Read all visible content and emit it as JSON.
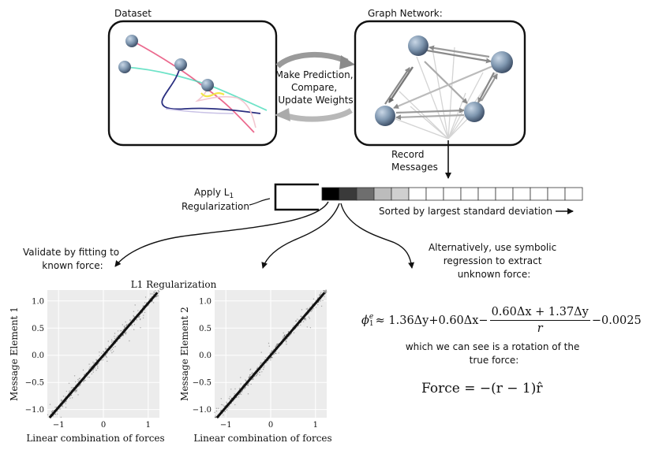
{
  "dataset": {
    "title": "Dataset"
  },
  "graph_network": {
    "title": "Graph Network:"
  },
  "cycle": {
    "lines": [
      "Make Prediction,",
      "Compare,",
      "Update Weights"
    ]
  },
  "record": {
    "lines": [
      "Record",
      "Messages"
    ]
  },
  "regularization": {
    "apply_line1": "Apply L",
    "apply_sub": "1",
    "apply_line2": "Regularization",
    "sorted_label": "Sorted by largest standard deviation",
    "cell_colors": [
      "#000000",
      "#3a3a3a",
      "#6e6e6e",
      "#bcbcbc",
      "#cfcfcf",
      "#ffffff",
      "#ffffff",
      "#ffffff",
      "#ffffff",
      "#ffffff",
      "#ffffff",
      "#ffffff",
      "#ffffff",
      "#ffffff",
      "#ffffff"
    ]
  },
  "validate": {
    "lines": [
      "Validate by fitting to",
      "known force:"
    ]
  },
  "alternative": {
    "lines": [
      "Alternatively, use symbolic",
      "regression to extract",
      "unknown force:"
    ]
  },
  "rotation": {
    "lines": [
      "which we can see is a rotation of the",
      "true force:"
    ]
  },
  "equation": {
    "lhs": "ϕ",
    "lhs_sup": "e",
    "lhs_sub": "1",
    "approx": " ≈ 1.36Δy+0.60Δx−",
    "frac_num": "0.60Δx + 1.37Δy",
    "frac_den": "r",
    "tail": "−0.0025"
  },
  "force_eq": {
    "text": "Force = −(r − 1)r̂"
  },
  "plots": {
    "title": "L1 Regularization",
    "xlabel": "Linear combination of forces",
    "panels": [
      {
        "ylabel": "Message Element 1"
      },
      {
        "ylabel": "Message Element 2"
      }
    ]
  },
  "chart_data": [
    {
      "type": "scatter",
      "title": "L1 Regularization",
      "xlabel": "Linear combination of forces",
      "ylabel": "Message Element 1",
      "xlim": [
        -1.25,
        1.25
      ],
      "ylim": [
        -1.15,
        1.2
      ],
      "xticks": [
        -1,
        0,
        1
      ],
      "yticks": [
        -1.0,
        -0.5,
        0.0,
        0.5,
        1.0
      ],
      "xtick_labels": [
        "−1",
        "0",
        "1"
      ],
      "ytick_labels": [
        "−1.0",
        "−0.5",
        "0.0",
        "0.5",
        "1.0"
      ],
      "trend": {
        "x": [
          -1.2,
          1.2
        ],
        "y": [
          -1.15,
          1.15
        ]
      },
      "grid": true
    },
    {
      "type": "scatter",
      "title": "",
      "xlabel": "Linear combination of forces",
      "ylabel": "Message Element 2",
      "xlim": [
        -1.25,
        1.25
      ],
      "ylim": [
        -1.15,
        1.2
      ],
      "xticks": [
        -1,
        0,
        1
      ],
      "yticks": [
        -1.0,
        -0.5,
        0.0,
        0.5,
        1.0
      ],
      "xtick_labels": [
        "−1",
        "0",
        "1"
      ],
      "ytick_labels": [
        "−1.0",
        "−0.5",
        "0.0",
        "0.5",
        "1.0"
      ],
      "trend": {
        "x": [
          -1.2,
          1.2
        ],
        "y": [
          -1.15,
          1.15
        ]
      },
      "grid": true
    }
  ]
}
